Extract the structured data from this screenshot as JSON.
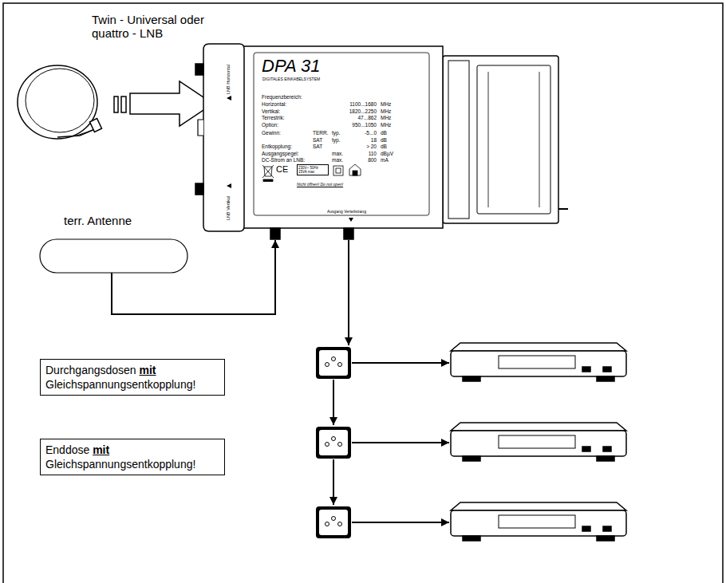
{
  "diagram": {
    "nodes": [
      {
        "text": [
          "Durchgangsdosen mit Gleichspannungsentkopplung!"
        ]
      },
      {
        "text": [
          "Enddose mit Gleichspannungsentkopplung!"
        ]
      }
    ],
    "labels": [
      "Twin - Universal oder quattro - LNB",
      "LNB Horizontal",
      "LNB Vertikal",
      "DPA 31",
      "DIGITALES EINKABELSYSTEM",
      "Frequenzbereich:",
      "Horizontal:",
      "1100...1680",
      "MHz",
      "Vertikal:",
      "1820...2250",
      "MHz",
      "Terrestrik:",
      "47...862",
      "MHz",
      "Option:",
      "950...1050",
      "MHz",
      "Gewinn:",
      "TERR.",
      "typ.",
      "-5...0",
      "dB",
      "SAT",
      "typ.",
      "18",
      "dB",
      "Entkopplung:",
      "SAT",
      "> 20",
      "dB",
      "Ausgangspegel:",
      "max.",
      "110",
      "dBµV",
      "DC-Strom an LNB:",
      "max.",
      "800",
      "mA",
      "CE",
      "230V~ 50Hz 15VA max",
      "Nicht öffnen! Do not open!",
      "Ausgang Verteilstrang",
      "terr. Antenne"
    ]
  }
}
